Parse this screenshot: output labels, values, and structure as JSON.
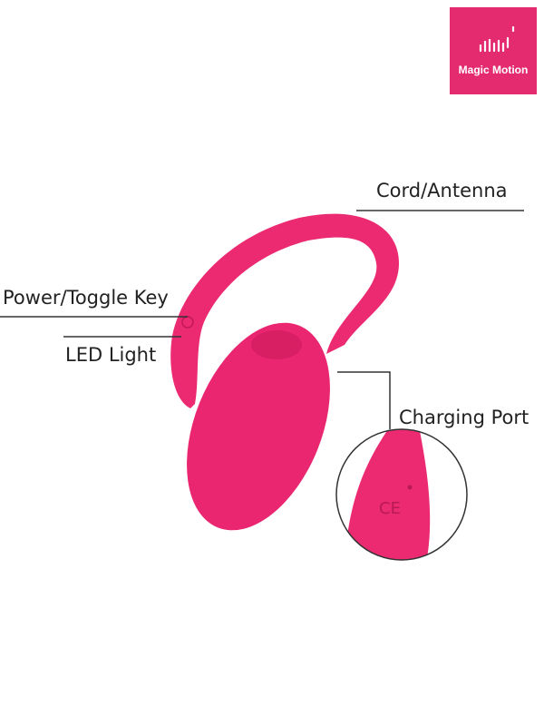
{
  "brand": {
    "name": "Magic Motion",
    "color": "#e42b70"
  },
  "labels": {
    "cord": "Cord/Antenna",
    "power": "Power/Toggle Key",
    "led": "LED Light",
    "charging": "Charging Port"
  },
  "product_color": "#ec2a72"
}
